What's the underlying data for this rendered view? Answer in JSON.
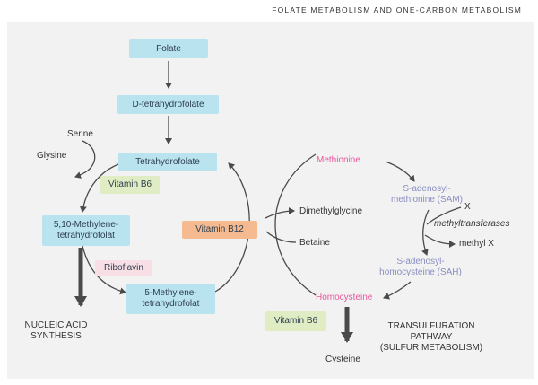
{
  "header": "FOLATE METABOLISM AND ONE-CARBON METABOLISM",
  "nodes": {
    "folate": "Folate",
    "dthf": "D-tetrahydrofolate",
    "thf": "Tetrahydrofolate",
    "b6_left": "Vitamin B6",
    "mthf_line1": "5,10-Methylene-",
    "mthf_line2": "tetrahydrofolat",
    "riboflavin": "Riboflavin",
    "m5thf_line1": "5-Methylene-",
    "m5thf_line2": "tetrahydrofolat",
    "b12": "Vitamin B12",
    "b6_right": "Vitamin B6"
  },
  "labels": {
    "serine": "Serine",
    "glysine": "Glysine",
    "nucleic_line1": "NUCLEIC ACID",
    "nucleic_line2": "SYNTHESIS",
    "methionine": "Methionine",
    "dimethylglycine": "Dimethylglycine",
    "betaine": "Betaine",
    "sam_line1": "S-adenosyl-",
    "sam_line2": "methionine (SAM)",
    "x": "X",
    "methyltransferases": "methyltransferases",
    "methyl_x": "methyl X",
    "sah_line1": "S-adenosyl-",
    "sah_line2": "homocysteine (SAH)",
    "homocysteine": "Homocysteine",
    "cysteine": "Cysteine",
    "trans_line1": "TRANSULFURATION",
    "trans_line2": "PATHWAY",
    "trans_line3": "(SULFUR METABOLISM)"
  }
}
